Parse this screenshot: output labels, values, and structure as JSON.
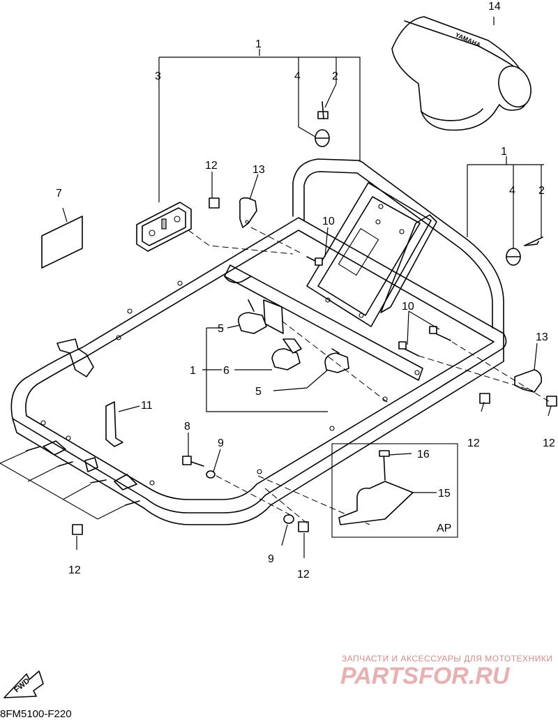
{
  "diagram": {
    "callouts": {
      "n1a": "1",
      "n2a": "2",
      "n3": "3",
      "n4a": "4",
      "n14": "14",
      "n12a": "12",
      "n13a": "13",
      "n7": "7",
      "n10a": "10",
      "n1b": "1",
      "n4b": "4",
      "n2b": "2",
      "n10b": "10",
      "n13b": "13",
      "n5a": "5",
      "n1c": "1",
      "n6": "6",
      "n5b": "5",
      "n11": "11",
      "n12b": "12",
      "n12c": "12",
      "n8": "8",
      "n9a": "9",
      "n16": "16",
      "n15": "15",
      "n12d": "12",
      "n9b": "9",
      "n12e": "12"
    },
    "detail_box_label": "AP",
    "drawing_code": "8FM5100-F220",
    "fwd_arrow_label": "FWD",
    "seat_brand_text": "YAMAHA",
    "watermark": {
      "top_text": "ЗАПЧАСТИ И АКСЕССУАРЫ ДЛЯ МОТОТЕХНИКИ",
      "logo_text": "PARTSFOR.RU"
    }
  }
}
